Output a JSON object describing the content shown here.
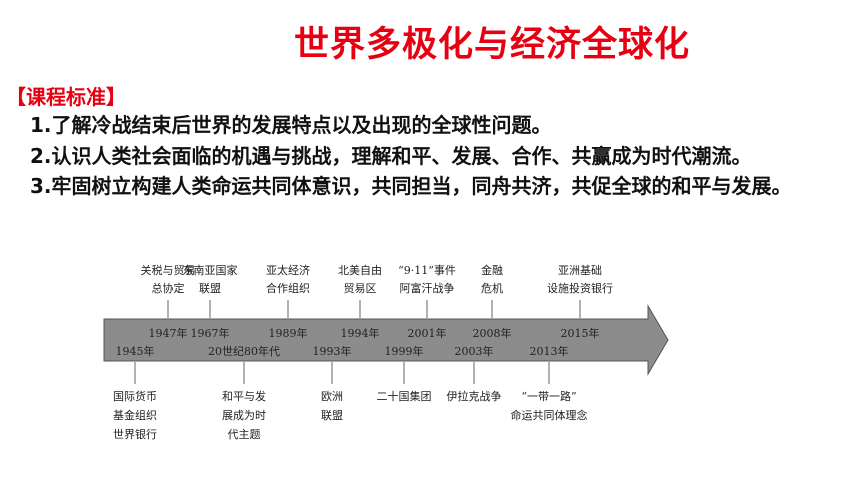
{
  "title": "世界多极化与经济全球化",
  "section_label": "【课程标准】",
  "standards": [
    "1.了解冷战结束后世界的发展特点以及出现的全球性问题。",
    "2.认识人类社会面临的机遇与挑战，理解和平、发展、合作、共赢成为时代潮流。",
    "3.牢固树立构建人类命运共同体意识，共同担当，同舟共济，共促全球的和平与发展。"
  ],
  "timeline": {
    "colors": {
      "arrow_fill": "#8c8c8c",
      "arrow_stroke": "#555555",
      "line": "#666666"
    },
    "above": [
      {
        "year": "1947年",
        "label": [
          "关税与贸易",
          "总协定"
        ]
      },
      {
        "year": "1967年",
        "label": [
          "东南亚国家",
          "联盟"
        ]
      },
      {
        "year": "1989年",
        "label": [
          "亚太经济",
          "合作组织"
        ]
      },
      {
        "year": "1994年",
        "label": [
          "北美自由",
          "贸易区"
        ]
      },
      {
        "year": "2001年",
        "label": [
          "“9·11”事件",
          "阿富汗战争"
        ]
      },
      {
        "year": "2008年",
        "label": [
          "金融",
          "危机"
        ]
      },
      {
        "year": "2015年",
        "label": [
          "亚洲基础",
          "设施投资银行"
        ]
      }
    ],
    "below": [
      {
        "year": "1945年",
        "label": [
          "国际货币",
          "基金组织",
          "世界银行"
        ]
      },
      {
        "year": "20世纪80年代",
        "label": [
          "和平与发",
          "展成为时",
          "代主题"
        ]
      },
      {
        "year": "1993年",
        "label": [
          "欧洲",
          "联盟"
        ]
      },
      {
        "year": "1999年",
        "label": [
          "二十国集团"
        ]
      },
      {
        "year": "2003年",
        "label": [
          "伊拉克战争"
        ]
      },
      {
        "year": "2013年",
        "label": [
          "“一带一路”",
          "命运共同体理念"
        ]
      }
    ]
  }
}
